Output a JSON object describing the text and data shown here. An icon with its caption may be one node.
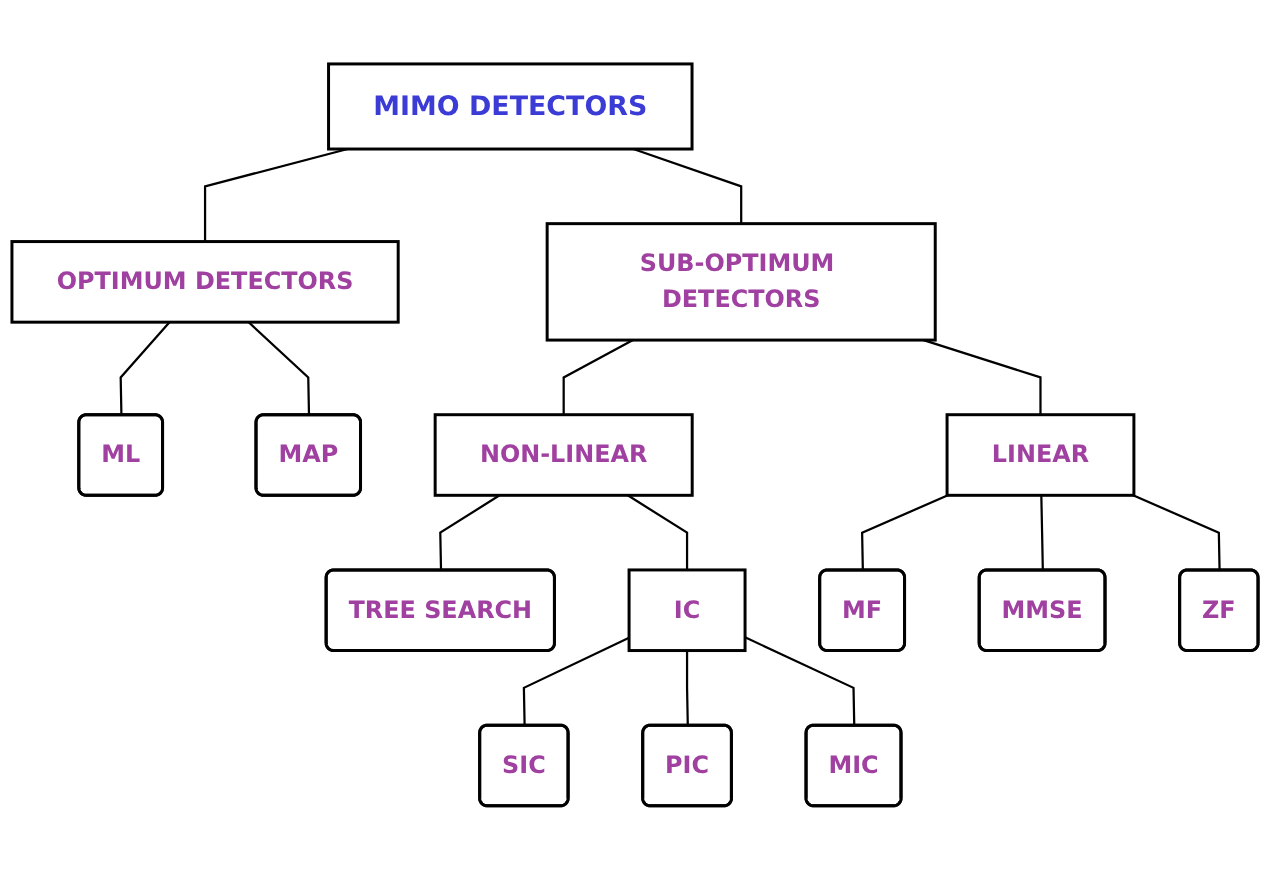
{
  "diagram": {
    "nodes": [
      {
        "text": [
          "MIMO DETECTORS"
        ]
      },
      {
        "text": [
          "OPTIMUM DETECTORS"
        ]
      },
      {
        "text": [
          "SUB-OPTIMUM DETECTORS"
        ]
      },
      {
        "text": [
          "ML"
        ]
      },
      {
        "text": [
          "MAP"
        ]
      },
      {
        "text": [
          "NON-LINEAR"
        ]
      },
      {
        "text": [
          "LINEAR"
        ]
      },
      {
        "text": [
          "TREE SEARCH"
        ]
      },
      {
        "text": [
          "IC"
        ]
      },
      {
        "text": [
          "MF"
        ]
      },
      {
        "text": [
          "MMSE"
        ]
      },
      {
        "text": [
          "ZF"
        ]
      },
      {
        "text": [
          "SIC"
        ]
      },
      {
        "text": [
          "PIC"
        ]
      },
      {
        "text": [
          "MIC"
        ]
      }
    ],
    "edges": [
      {
        "from": 0,
        "to": 1,
        "arrow": "none"
      },
      {
        "from": 0,
        "to": 2,
        "arrow": "none"
      },
      {
        "from": 1,
        "to": 3,
        "arrow": "none"
      },
      {
        "from": 1,
        "to": 4,
        "arrow": "none"
      },
      {
        "from": 2,
        "to": 5,
        "arrow": "none"
      },
      {
        "from": 2,
        "to": 6,
        "arrow": "none"
      },
      {
        "from": 5,
        "to": 7,
        "arrow": "none"
      },
      {
        "from": 5,
        "to": 8,
        "arrow": "none"
      },
      {
        "from": 6,
        "to": 9,
        "arrow": "none"
      },
      {
        "from": 6,
        "to": 10,
        "arrow": "none"
      },
      {
        "from": 6,
        "to": 11,
        "arrow": "none"
      },
      {
        "from": 8,
        "to": 12,
        "arrow": "none"
      },
      {
        "from": 8,
        "to": 13,
        "arrow": "none"
      },
      {
        "from": 8,
        "to": 14,
        "arrow": "none"
      }
    ]
  }
}
